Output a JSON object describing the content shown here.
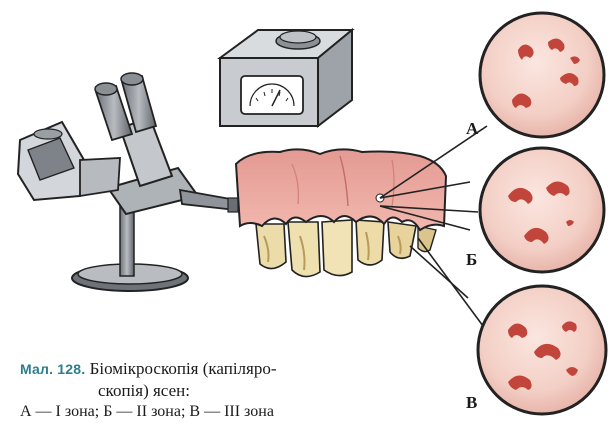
{
  "labels": {
    "a": "А",
    "b": "Б",
    "c": "В"
  },
  "caption": {
    "figure_number": "Мал. 128.",
    "line1": "Біомікроскопія (капіляро-",
    "line2": "скопія) ясен:",
    "line3": "А — І зона; Б — ІІ зона; В — ІІІ зона"
  },
  "colors": {
    "gum": "#e08a86",
    "gum_light": "#f2b3ab",
    "tooth": "#ecdcaa",
    "tooth_shadow": "#b89a5a",
    "capillary": "#c2453c",
    "field": "#f5d4cc",
    "device_grey": "#8a8f94",
    "stand_grey": "#5a5f66",
    "caption_accent": "#2e7d8c"
  }
}
